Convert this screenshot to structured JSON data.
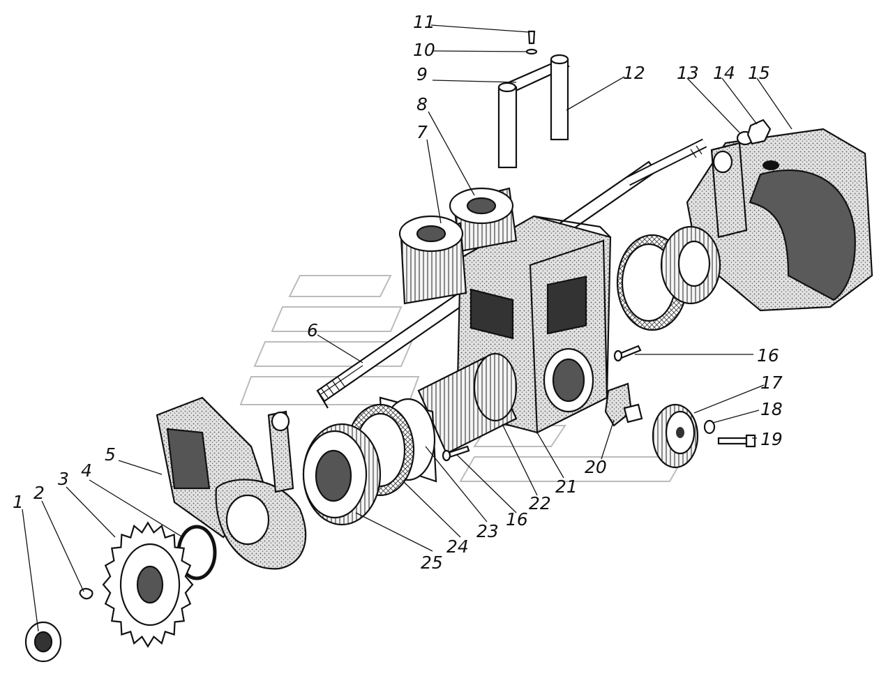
{
  "drawing": {
    "ink_color": "#111111",
    "paper_color": "#ffffff",
    "part_fill": "#e2e2e2",
    "stipple_color": "#555555"
  },
  "callouts": [
    {
      "id": "1",
      "label": "1"
    },
    {
      "id": "2",
      "label": "2"
    },
    {
      "id": "3",
      "label": "3"
    },
    {
      "id": "4",
      "label": "4"
    },
    {
      "id": "5",
      "label": "5"
    },
    {
      "id": "6",
      "label": "6"
    },
    {
      "id": "7",
      "label": "7"
    },
    {
      "id": "8",
      "label": "8"
    },
    {
      "id": "9",
      "label": "9"
    },
    {
      "id": "10",
      "label": "10"
    },
    {
      "id": "11",
      "label": "11"
    },
    {
      "id": "12",
      "label": "12"
    },
    {
      "id": "13",
      "label": "13"
    },
    {
      "id": "14",
      "label": "14"
    },
    {
      "id": "15",
      "label": "15"
    },
    {
      "id": "16a",
      "label": "16"
    },
    {
      "id": "16b",
      "label": "16"
    },
    {
      "id": "17",
      "label": "17"
    },
    {
      "id": "18",
      "label": "18"
    },
    {
      "id": "19",
      "label": "19"
    },
    {
      "id": "20",
      "label": "20"
    },
    {
      "id": "21",
      "label": "21"
    },
    {
      "id": "22",
      "label": "22"
    },
    {
      "id": "23",
      "label": "23"
    },
    {
      "id": "24",
      "label": "24"
    },
    {
      "id": "25",
      "label": "25"
    }
  ]
}
